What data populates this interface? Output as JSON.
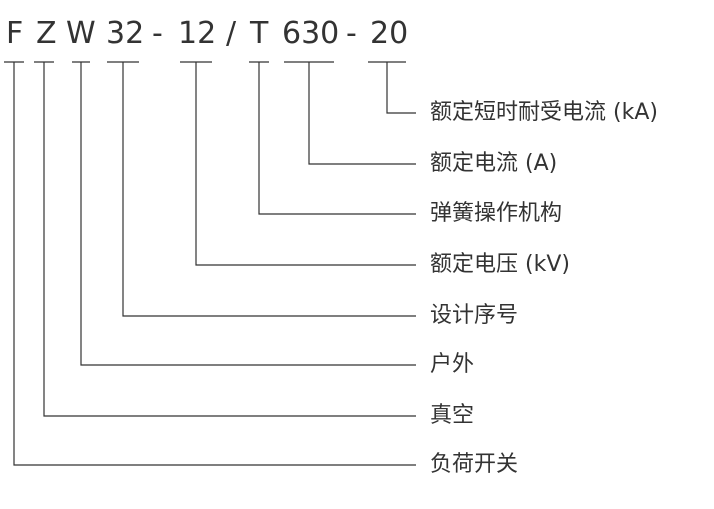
{
  "model_code": {
    "parts": [
      "F",
      "Z",
      "W",
      "32",
      "-",
      "12",
      "/",
      "T",
      "630",
      "-",
      "20"
    ]
  },
  "legend": {
    "items": [
      {
        "label": "额定短时耐受电流 (kA)"
      },
      {
        "label": "额定电流 (A)"
      },
      {
        "label": "弹簧操作机构"
      },
      {
        "label": "额定电压 (kV)"
      },
      {
        "label": "设计序号"
      },
      {
        "label": "户外"
      },
      {
        "label": "真空"
      },
      {
        "label": "负荷开关"
      }
    ]
  },
  "colors": {
    "line": "#333333",
    "text": "#333333"
  }
}
